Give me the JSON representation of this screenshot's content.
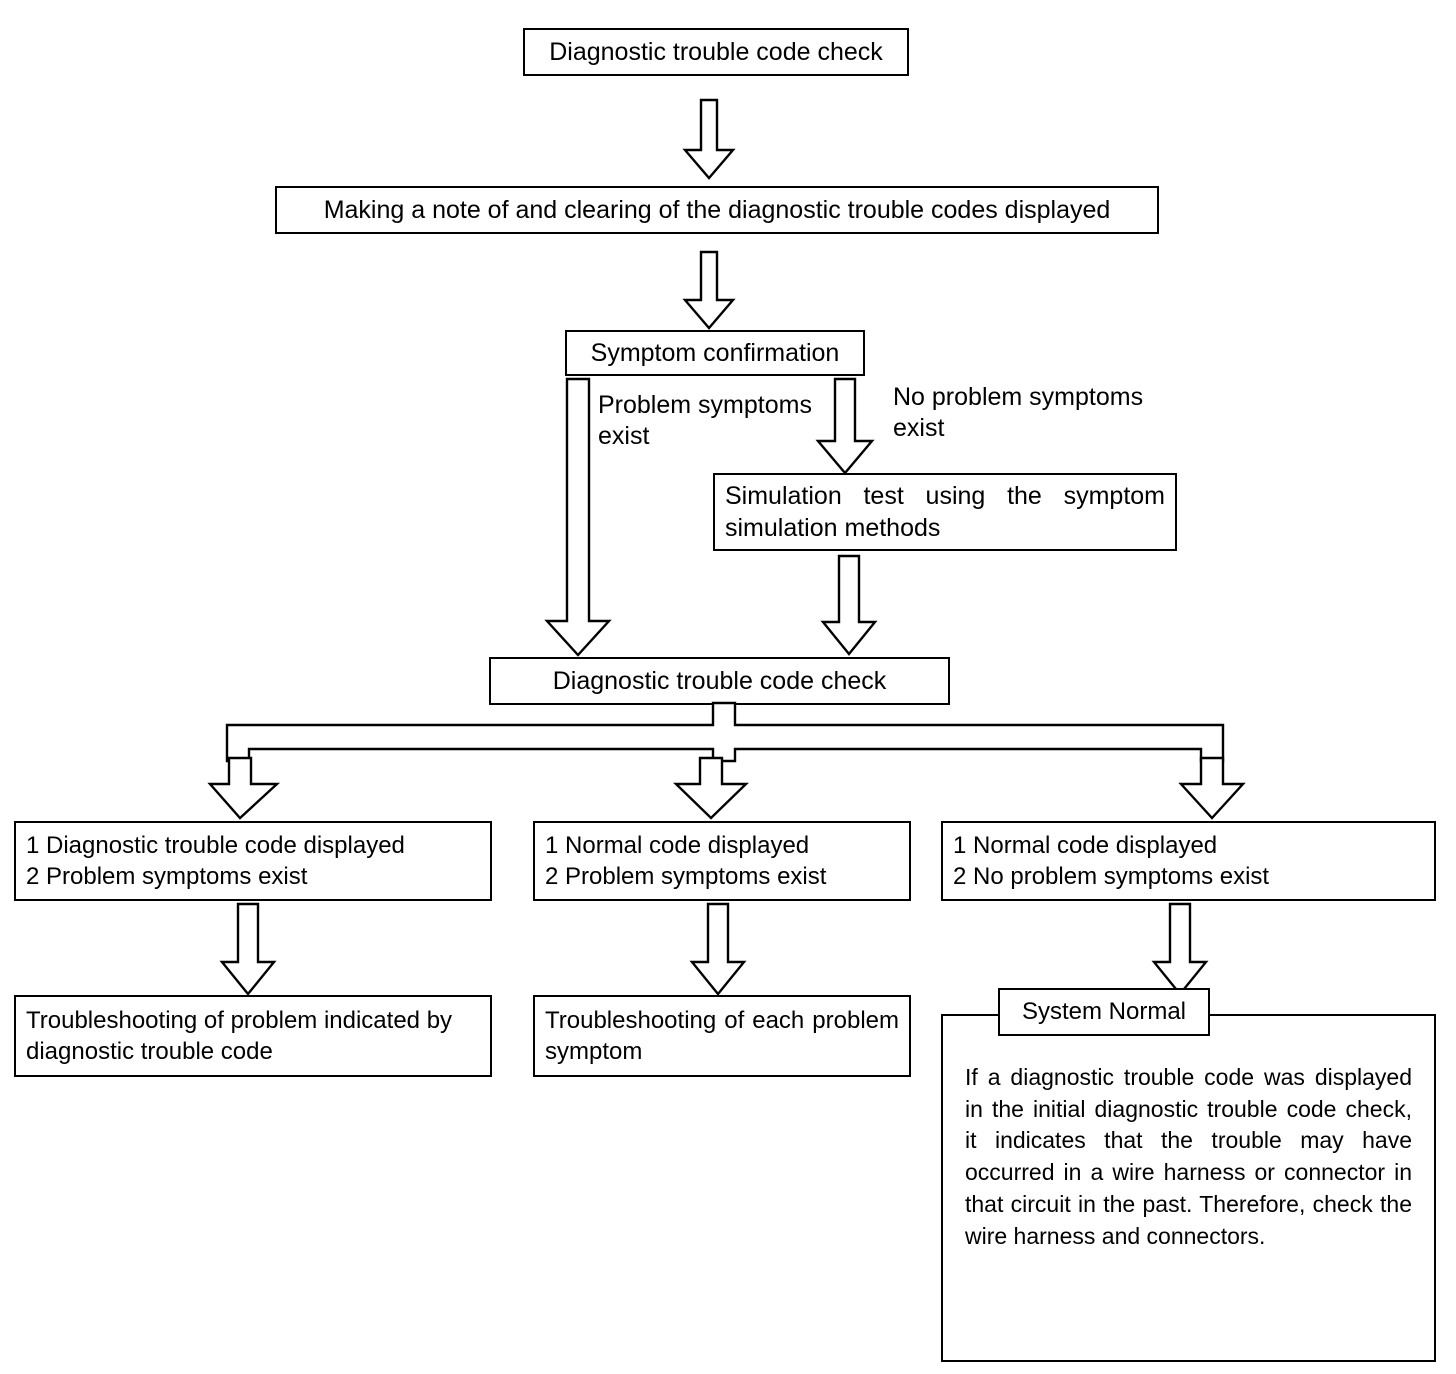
{
  "diagram": {
    "title": "Diagnostic trouble code check flowchart",
    "line_color": "#000000",
    "background": "#ffffff",
    "nodes": {
      "dtc_check_top": "Diagnostic trouble code check",
      "making_note": "Making a note of and clearing of the diagnostic trouble codes displayed",
      "symptom_confirmation": "Symptom confirmation",
      "simulation_test": "Simulation test using the symptom simulation methods",
      "dtc_check_second": "Diagnostic trouble code check",
      "outcome_left": "1 Diagnostic trouble code displayed\n2 Problem symptoms exist",
      "outcome_middle": "1 Normal code displayed\n2 Problem symptoms exist",
      "outcome_right": "1 Normal code displayed\n2 No problem symptoms exist",
      "result_left": "Troubleshooting of problem indicated by diagnostic trouble code",
      "result_middle": "Troubleshooting of each problem symptom",
      "result_right_label": "System Normal",
      "result_right_body": "If a diagnostic trouble code was displayed in the initial diagnostic trouble code check, it indicates that the trouble may have occurred in a wire harness or connector in that circuit in the past. Therefore, check the wire harness and connectors."
    },
    "edge_labels": {
      "problem_symptoms_exist": "Problem symptoms\nexist",
      "no_problem_symptoms_exist": "No problem symptoms\nexist"
    }
  }
}
